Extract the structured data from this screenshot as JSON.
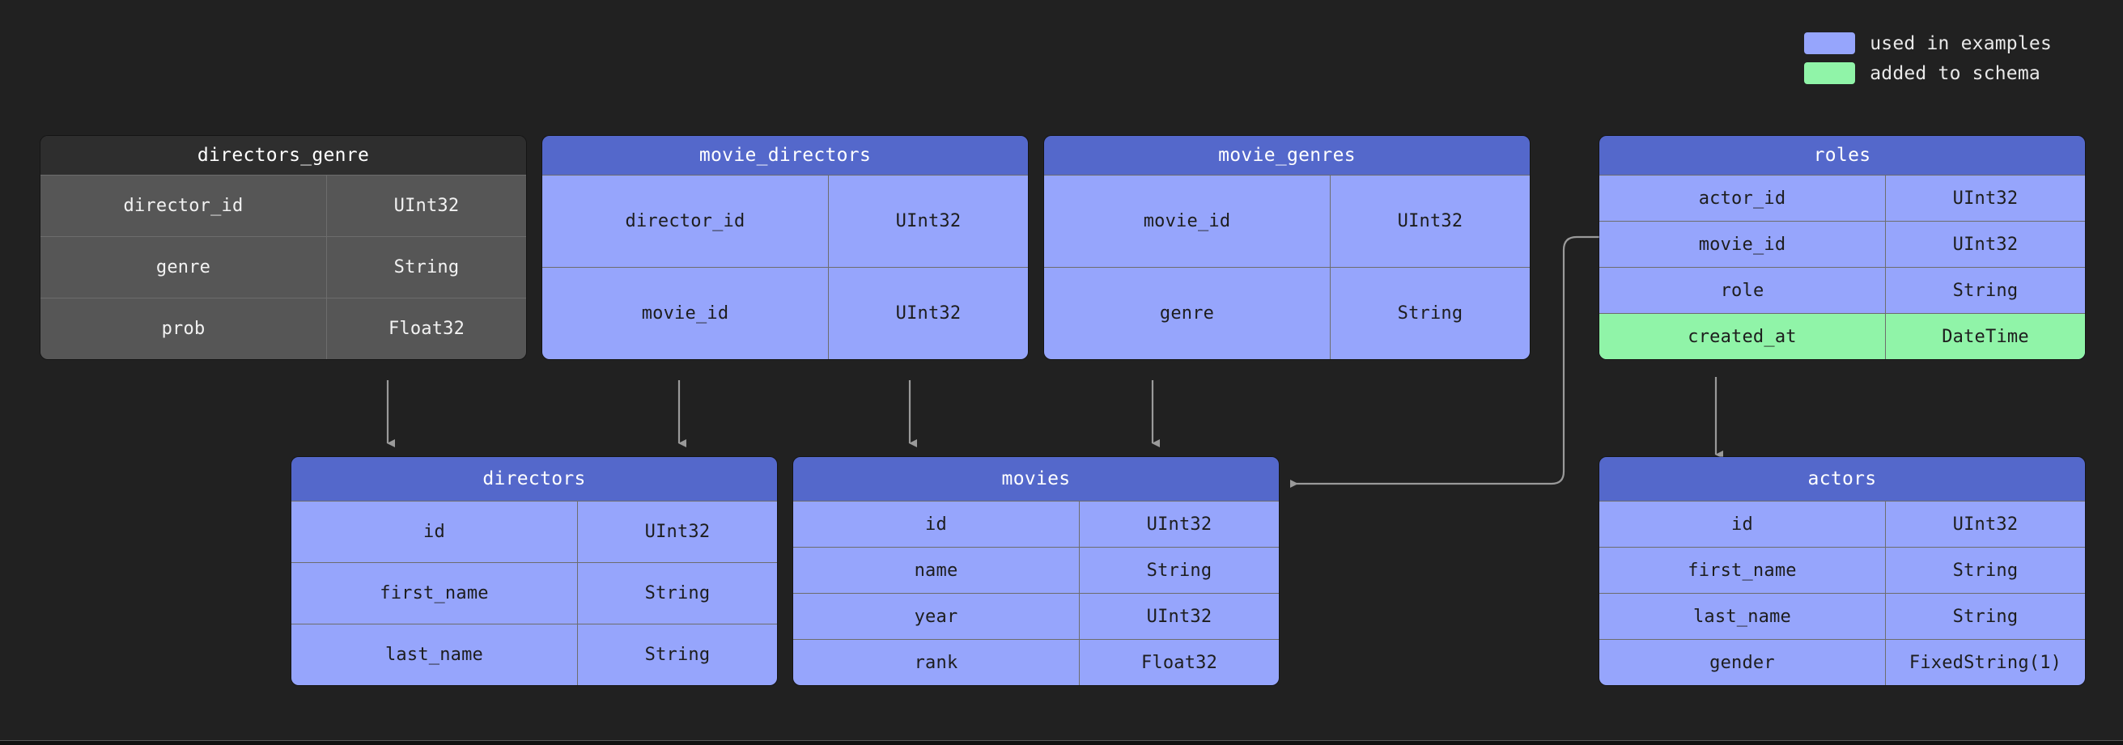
{
  "legend": {
    "items": [
      {
        "label": "used in examples",
        "color": "#96a5fc",
        "swatch_name": "legend-swatch-used-in-examples"
      },
      {
        "label": "added to schema",
        "color": "#90f4a8",
        "swatch_name": "legend-swatch-added-to-schema"
      }
    ]
  },
  "diagram": {
    "type": "entity-relationship-diagram",
    "background": "#212121",
    "colors": {
      "header_blue": "#5468cb",
      "body_blue": "#96a5fc",
      "header_grey": "#2e2e2e",
      "body_grey": "#565656",
      "added_green": "#90f4a8",
      "connector": "#9a9a9a",
      "border": "#6d6d6d"
    },
    "tables": [
      {
        "name": "directors_genre",
        "highlight": "none",
        "columns": [
          {
            "field": "director_id",
            "type": "UInt32",
            "state": "normal"
          },
          {
            "field": "genre",
            "type": "String",
            "state": "normal"
          },
          {
            "field": "prob",
            "type": "Float32",
            "state": "normal"
          }
        ]
      },
      {
        "name": "movie_directors",
        "highlight": "used",
        "columns": [
          {
            "field": "director_id",
            "type": "UInt32",
            "state": "normal"
          },
          {
            "field": "movie_id",
            "type": "UInt32",
            "state": "normal"
          }
        ]
      },
      {
        "name": "movie_genres",
        "highlight": "used",
        "columns": [
          {
            "field": "movie_id",
            "type": "UInt32",
            "state": "normal"
          },
          {
            "field": "genre",
            "type": "String",
            "state": "normal"
          }
        ]
      },
      {
        "name": "roles",
        "highlight": "used",
        "columns": [
          {
            "field": "actor_id",
            "type": "UInt32",
            "state": "normal"
          },
          {
            "field": "movie_id",
            "type": "UInt32",
            "state": "normal"
          },
          {
            "field": "role",
            "type": "String",
            "state": "normal"
          },
          {
            "field": "created_at",
            "type": "DateTime",
            "state": "added"
          }
        ]
      },
      {
        "name": "directors",
        "highlight": "used",
        "columns": [
          {
            "field": "id",
            "type": "UInt32",
            "state": "normal"
          },
          {
            "field": "first_name",
            "type": "String",
            "state": "normal"
          },
          {
            "field": "last_name",
            "type": "String",
            "state": "normal"
          }
        ]
      },
      {
        "name": "movies",
        "highlight": "used",
        "columns": [
          {
            "field": "id",
            "type": "UInt32",
            "state": "normal"
          },
          {
            "field": "name",
            "type": "String",
            "state": "normal"
          },
          {
            "field": "year",
            "type": "UInt32",
            "state": "normal"
          },
          {
            "field": "rank",
            "type": "Float32",
            "state": "normal"
          }
        ]
      },
      {
        "name": "actors",
        "highlight": "used",
        "columns": [
          {
            "field": "id",
            "type": "UInt32",
            "state": "normal"
          },
          {
            "field": "first_name",
            "type": "String",
            "state": "normal"
          },
          {
            "field": "last_name",
            "type": "String",
            "state": "normal"
          },
          {
            "field": "gender",
            "type": "FixedString(1)",
            "state": "normal"
          }
        ]
      }
    ],
    "relationships": [
      {
        "from": "directors_genre",
        "to": "directors",
        "style": "straight-down"
      },
      {
        "from": "movie_directors",
        "to": "directors",
        "style": "straight-down"
      },
      {
        "from": "movie_directors",
        "to": "movies",
        "style": "straight-down"
      },
      {
        "from": "movie_genres",
        "to": "movies",
        "style": "straight-down"
      },
      {
        "from": "roles",
        "to": "movies",
        "style": "elbow-left"
      },
      {
        "from": "roles",
        "to": "actors",
        "style": "straight-down"
      }
    ]
  }
}
